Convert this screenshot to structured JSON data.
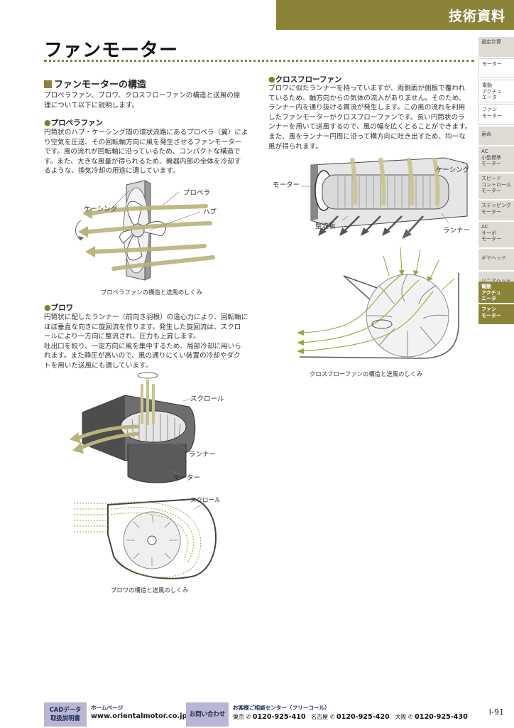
{
  "header": {
    "badge": "技術資料"
  },
  "page_title": "ファンモーター",
  "section": {
    "title": "ファンモーターの構造"
  },
  "intro": [
    "プロペラファン、ブロワ、クロスフローファンの構造と送風の原",
    "理について以下に説明します。"
  ],
  "propeller": {
    "title": "プロペラファン",
    "lines": [
      "円筒状のハブ・ケーシング間の環状流路にあるプロペラ（翼）によ",
      "り空気を圧送、その回転軸方向に風を発生させるファンモーター",
      "です。風の流れが回転軸に沿っているため、コンパクトな構造で",
      "す。また、大きな風量が得られるため、機器内部の全体を冷却す",
      "るような、換気冷却の用途に適しています。"
    ],
    "labels": {
      "casing": "ケーシング",
      "propeller": "プロペラ",
      "hub": "ハブ"
    },
    "caption": "プロペラファンの構造と送風のしくみ"
  },
  "blower": {
    "title": "ブロワ",
    "lines": [
      "円筒状に配したランナー（前向き羽根）の遠心力により、回転軸に",
      "ほぼ垂直な向きに旋回流を作ります。発生した旋回流は、スクロ",
      "ールにより一方向に整流され、圧力も上昇します。",
      "吐出口を絞り、一定方向に風を集中するため、局部冷却に用いら",
      "れます。また静圧が高いので、風の通りにくい装置の冷却やダク",
      "トを用いた送風にも適しています。"
    ],
    "labels": {
      "scroll": "スクロール",
      "runner": "ランナー",
      "motor": "モーター",
      "scroll2": "スクロール"
    },
    "caption": "ブロワの構造と送風のしくみ"
  },
  "crossflow": {
    "title": "クロスフローファン",
    "lines": [
      "ブロワに似たランナーを持っていますが、両側面が側板で覆われ",
      "ているため、軸方向からの気体の流入がありません。そのため、",
      "ランナー内を通り抜ける貫流が発生します。この風の流れを利用",
      "したファンモーターがクロスフローファンです。長い円筒状のラ",
      "ンナーを用いて送風するので、風の幅を広くとることができます。",
      "また、風をランナー円周に沿って横方向に吐き出すため、均一な",
      "風が得られます。"
    ],
    "labels": {
      "casing": "ケーシング",
      "motor": "モーター",
      "straightener": "整流板",
      "runner": "ランナー"
    },
    "caption": "クロスフローファンの構造と送風のしくみ"
  },
  "side_tabs": [
    {
      "label": "選定計算",
      "style": "plain"
    },
    {
      "label": "モーター",
      "style": "white"
    },
    {
      "label": "電動\nアクチュ\nエータ",
      "style": "white"
    },
    {
      "label": "ファン\nモーター",
      "style": "white"
    },
    {
      "label": "寿命",
      "style": "plain"
    },
    {
      "label": "AC\n小型標準\nモーター",
      "style": "plain"
    },
    {
      "label": "スピード\nコントロール\nモーター",
      "style": "plain"
    },
    {
      "label": "ステッピング\nモーター",
      "style": "plain"
    },
    {
      "label": "AC\nサーボ\nモーター",
      "style": "plain"
    },
    {
      "label": "ギヤヘッド",
      "style": "plain"
    },
    {
      "label": "リニアヘッド",
      "style": "plain"
    },
    {
      "label": "電動\nアクチュ\nエータ",
      "style": "active"
    },
    {
      "label": "ファン\nモーター",
      "style": "active"
    }
  ],
  "footer": {
    "cad": "CADデータ\n取扱説明書",
    "homepage_label": "ホームページ",
    "homepage_url": "www.orientalmotor.co.jp",
    "inquiry": "お問い合わせ",
    "center": "お客様ご相談センター（フリーコール）",
    "phones": [
      {
        "city": "東京",
        "number": "0120-925-410"
      },
      {
        "city": "名古屋",
        "number": "0120-925-420"
      },
      {
        "city": "大阪",
        "number": "0120-925-430"
      }
    ],
    "page_number": "I-91"
  },
  "colors": {
    "accent": "#8a8338",
    "tab_bg": "#dedbd5",
    "footer_box": "#b8b6d2",
    "airflow": "#b9b37a"
  }
}
